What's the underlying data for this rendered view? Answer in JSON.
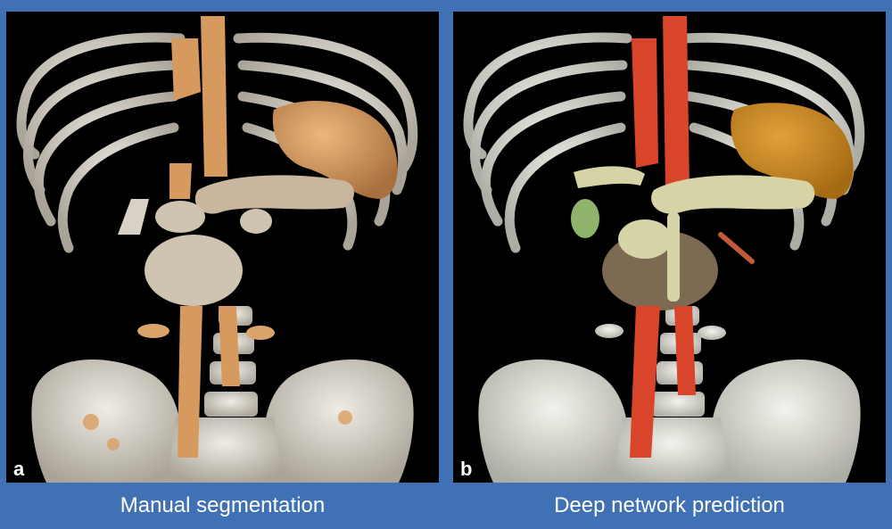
{
  "panels": [
    {
      "letter": "a",
      "caption": "Manual segmentation",
      "colors": {
        "bone": "#d7d2c6",
        "organ": "#dca36b",
        "vessel": "#d79a5e",
        "pancreas": "#c8b79e",
        "kidney_shadow": "#cfc3b1"
      }
    },
    {
      "letter": "b",
      "caption": "Deep network prediction",
      "colors": {
        "bone": "#dcdbd2",
        "organ": "#cf8a22",
        "vessel": "#d9452a",
        "pancreas": "#d6d4a6",
        "kidney_shadow": "#7c6a53"
      }
    }
  ],
  "background_color": "#3f71b4"
}
